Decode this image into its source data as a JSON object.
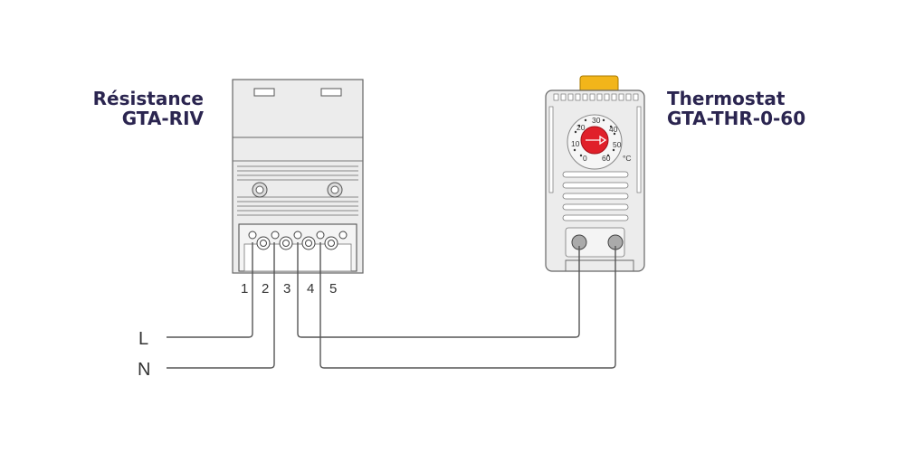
{
  "heater": {
    "title_line1": "Résistance",
    "title_line2": "GTA-RIV",
    "terminal_numbers": [
      "1",
      "2",
      "3",
      "4",
      "5"
    ]
  },
  "thermostat": {
    "title_line1": "Thermostat",
    "title_line2": "GTA-THR-0-60",
    "dial_labels": [
      "20",
      "30",
      "40",
      "10",
      "50",
      "0",
      "60"
    ],
    "unit": "°C"
  },
  "lines": {
    "L": "L",
    "N": "N"
  },
  "colors": {
    "title": "#2b2550",
    "knob": "#e0202a",
    "clip": "#f2b51a",
    "housing": "#ececec"
  }
}
